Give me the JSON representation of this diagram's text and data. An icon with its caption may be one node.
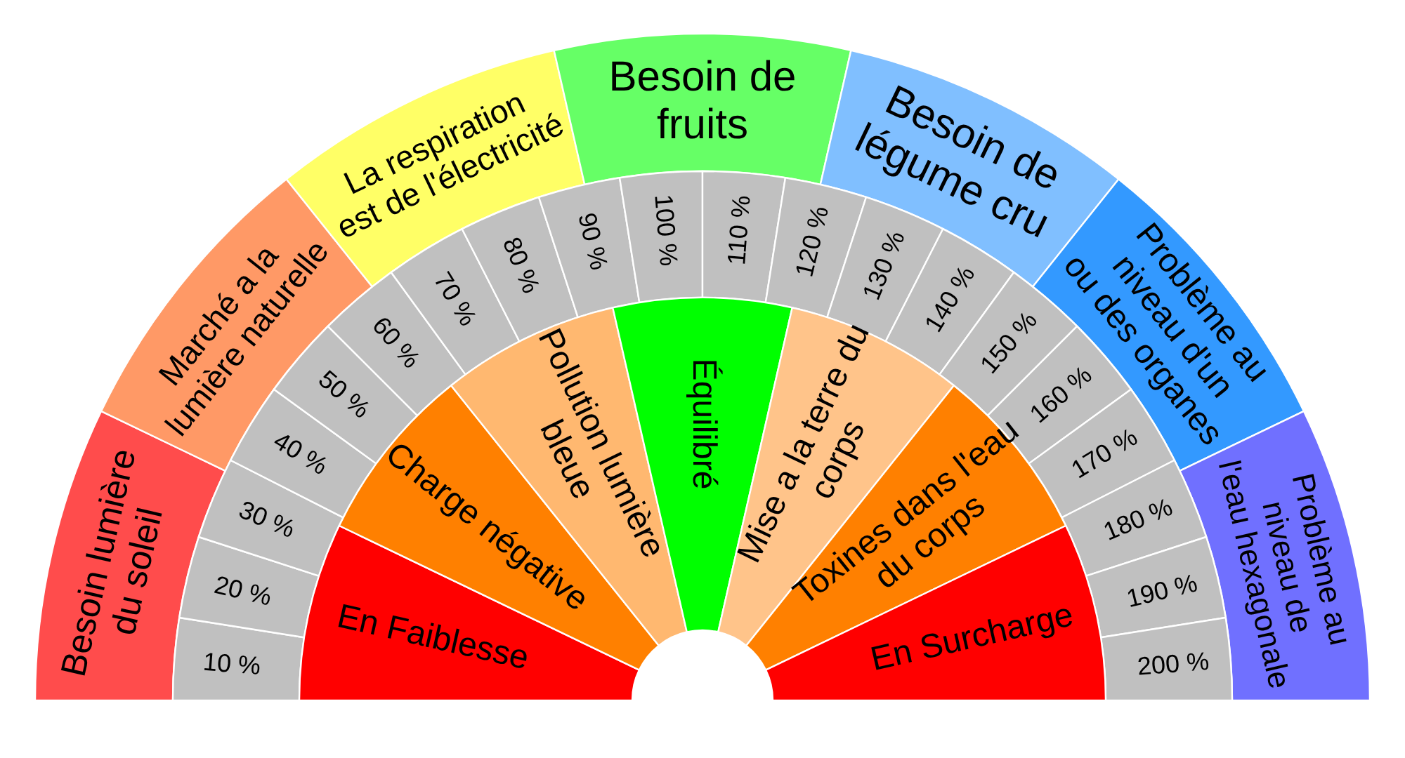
{
  "diagram": {
    "nodes": [
      {
        "text": [
          "Besoin lumière du soleil"
        ]
      },
      {
        "text": [
          "Marché a la lumière naturelle"
        ]
      },
      {
        "text": [
          "La respiration est de l'électricité"
        ]
      },
      {
        "text": [
          "Besoin de fruits"
        ]
      },
      {
        "text": [
          "Besoin de légume cru"
        ]
      },
      {
        "text": [
          "Problème au niveau d'un ou des organes"
        ]
      },
      {
        "text": [
          "Problème au niveau de l'eau hexagonale"
        ]
      },
      {
        "text": [
          "10 %"
        ]
      },
      {
        "text": [
          "20 %"
        ]
      },
      {
        "text": [
          "30 %"
        ]
      },
      {
        "text": [
          "40 %"
        ]
      },
      {
        "text": [
          "50 %"
        ]
      },
      {
        "text": [
          "60 %"
        ]
      },
      {
        "text": [
          "70 %"
        ]
      },
      {
        "text": [
          "80 %"
        ]
      },
      {
        "text": [
          "90 %"
        ]
      },
      {
        "text": [
          "100 %"
        ]
      },
      {
        "text": [
          "110 %"
        ]
      },
      {
        "text": [
          "120 %"
        ]
      },
      {
        "text": [
          "130 %"
        ]
      },
      {
        "text": [
          "140 %"
        ]
      },
      {
        "text": [
          "150 %"
        ]
      },
      {
        "text": [
          "160 %"
        ]
      },
      {
        "text": [
          "170 %"
        ]
      },
      {
        "text": [
          "180 %"
        ]
      },
      {
        "text": [
          "190 %"
        ]
      },
      {
        "text": [
          "200 %"
        ]
      },
      {
        "text": [
          "En Faiblesse"
        ]
      },
      {
        "text": [
          "Charge négative"
        ]
      },
      {
        "text": [
          "Pollution lumière bleue"
        ]
      },
      {
        "text": [
          "Équilibré"
        ]
      },
      {
        "text": [
          "Mise a la terre du corps"
        ]
      },
      {
        "text": [
          "Toxines dans l'eau du corps"
        ]
      },
      {
        "text": [
          "En Surcharge"
        ]
      }
    ]
  }
}
